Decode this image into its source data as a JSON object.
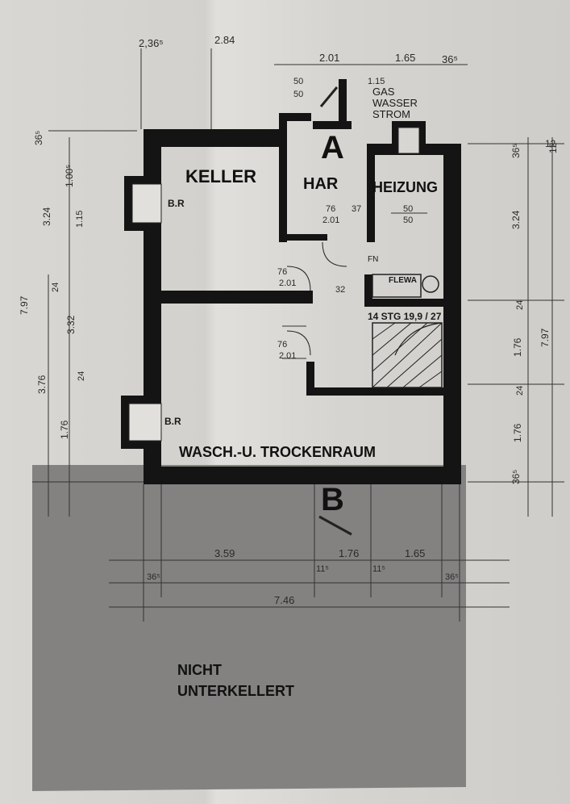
{
  "rooms": {
    "keller": "KELLER",
    "har": "HAR",
    "heizung": "HEIZUNG",
    "wasch": "WASCH.-U. TROCKENRAUM",
    "nicht": "NICHT",
    "unterkellert": "UNTERKELLERT"
  },
  "labels": {
    "gas": "GAS",
    "wasser": "WASSER",
    "strom": "STROM",
    "stair": "14 STG 19,9 / 27",
    "flewa": "FLEWA",
    "fn": "FN",
    "marker_a": "A",
    "marker_b": "B",
    "br_top": "B.R",
    "br_bottom": "B.R"
  },
  "dims_top": [
    "2,36⁵",
    "2.84",
    "2.01",
    "1.65",
    "36⁵",
    "12",
    "1.15",
    "50",
    "50"
  ],
  "dims_left": [
    "36⁵",
    "1.00⁵",
    "3.24",
    "1.15",
    "7.97",
    "24",
    "3.32",
    "3.76",
    "24",
    "1.76"
  ],
  "dims_right": [
    "36⁵",
    "12",
    "3.24",
    "24",
    "7.97",
    "1.76",
    "24",
    "1.76",
    "36⁵"
  ],
  "dims_bottom": [
    "3.59",
    "1.76",
    "1.65",
    "7.46",
    "36⁵",
    "11⁵",
    "11⁵",
    "36⁵"
  ],
  "dims_inner": [
    "76",
    "2.01",
    "37",
    "76",
    "2.01",
    "76",
    "2.01",
    "32",
    "50",
    "50"
  ]
}
